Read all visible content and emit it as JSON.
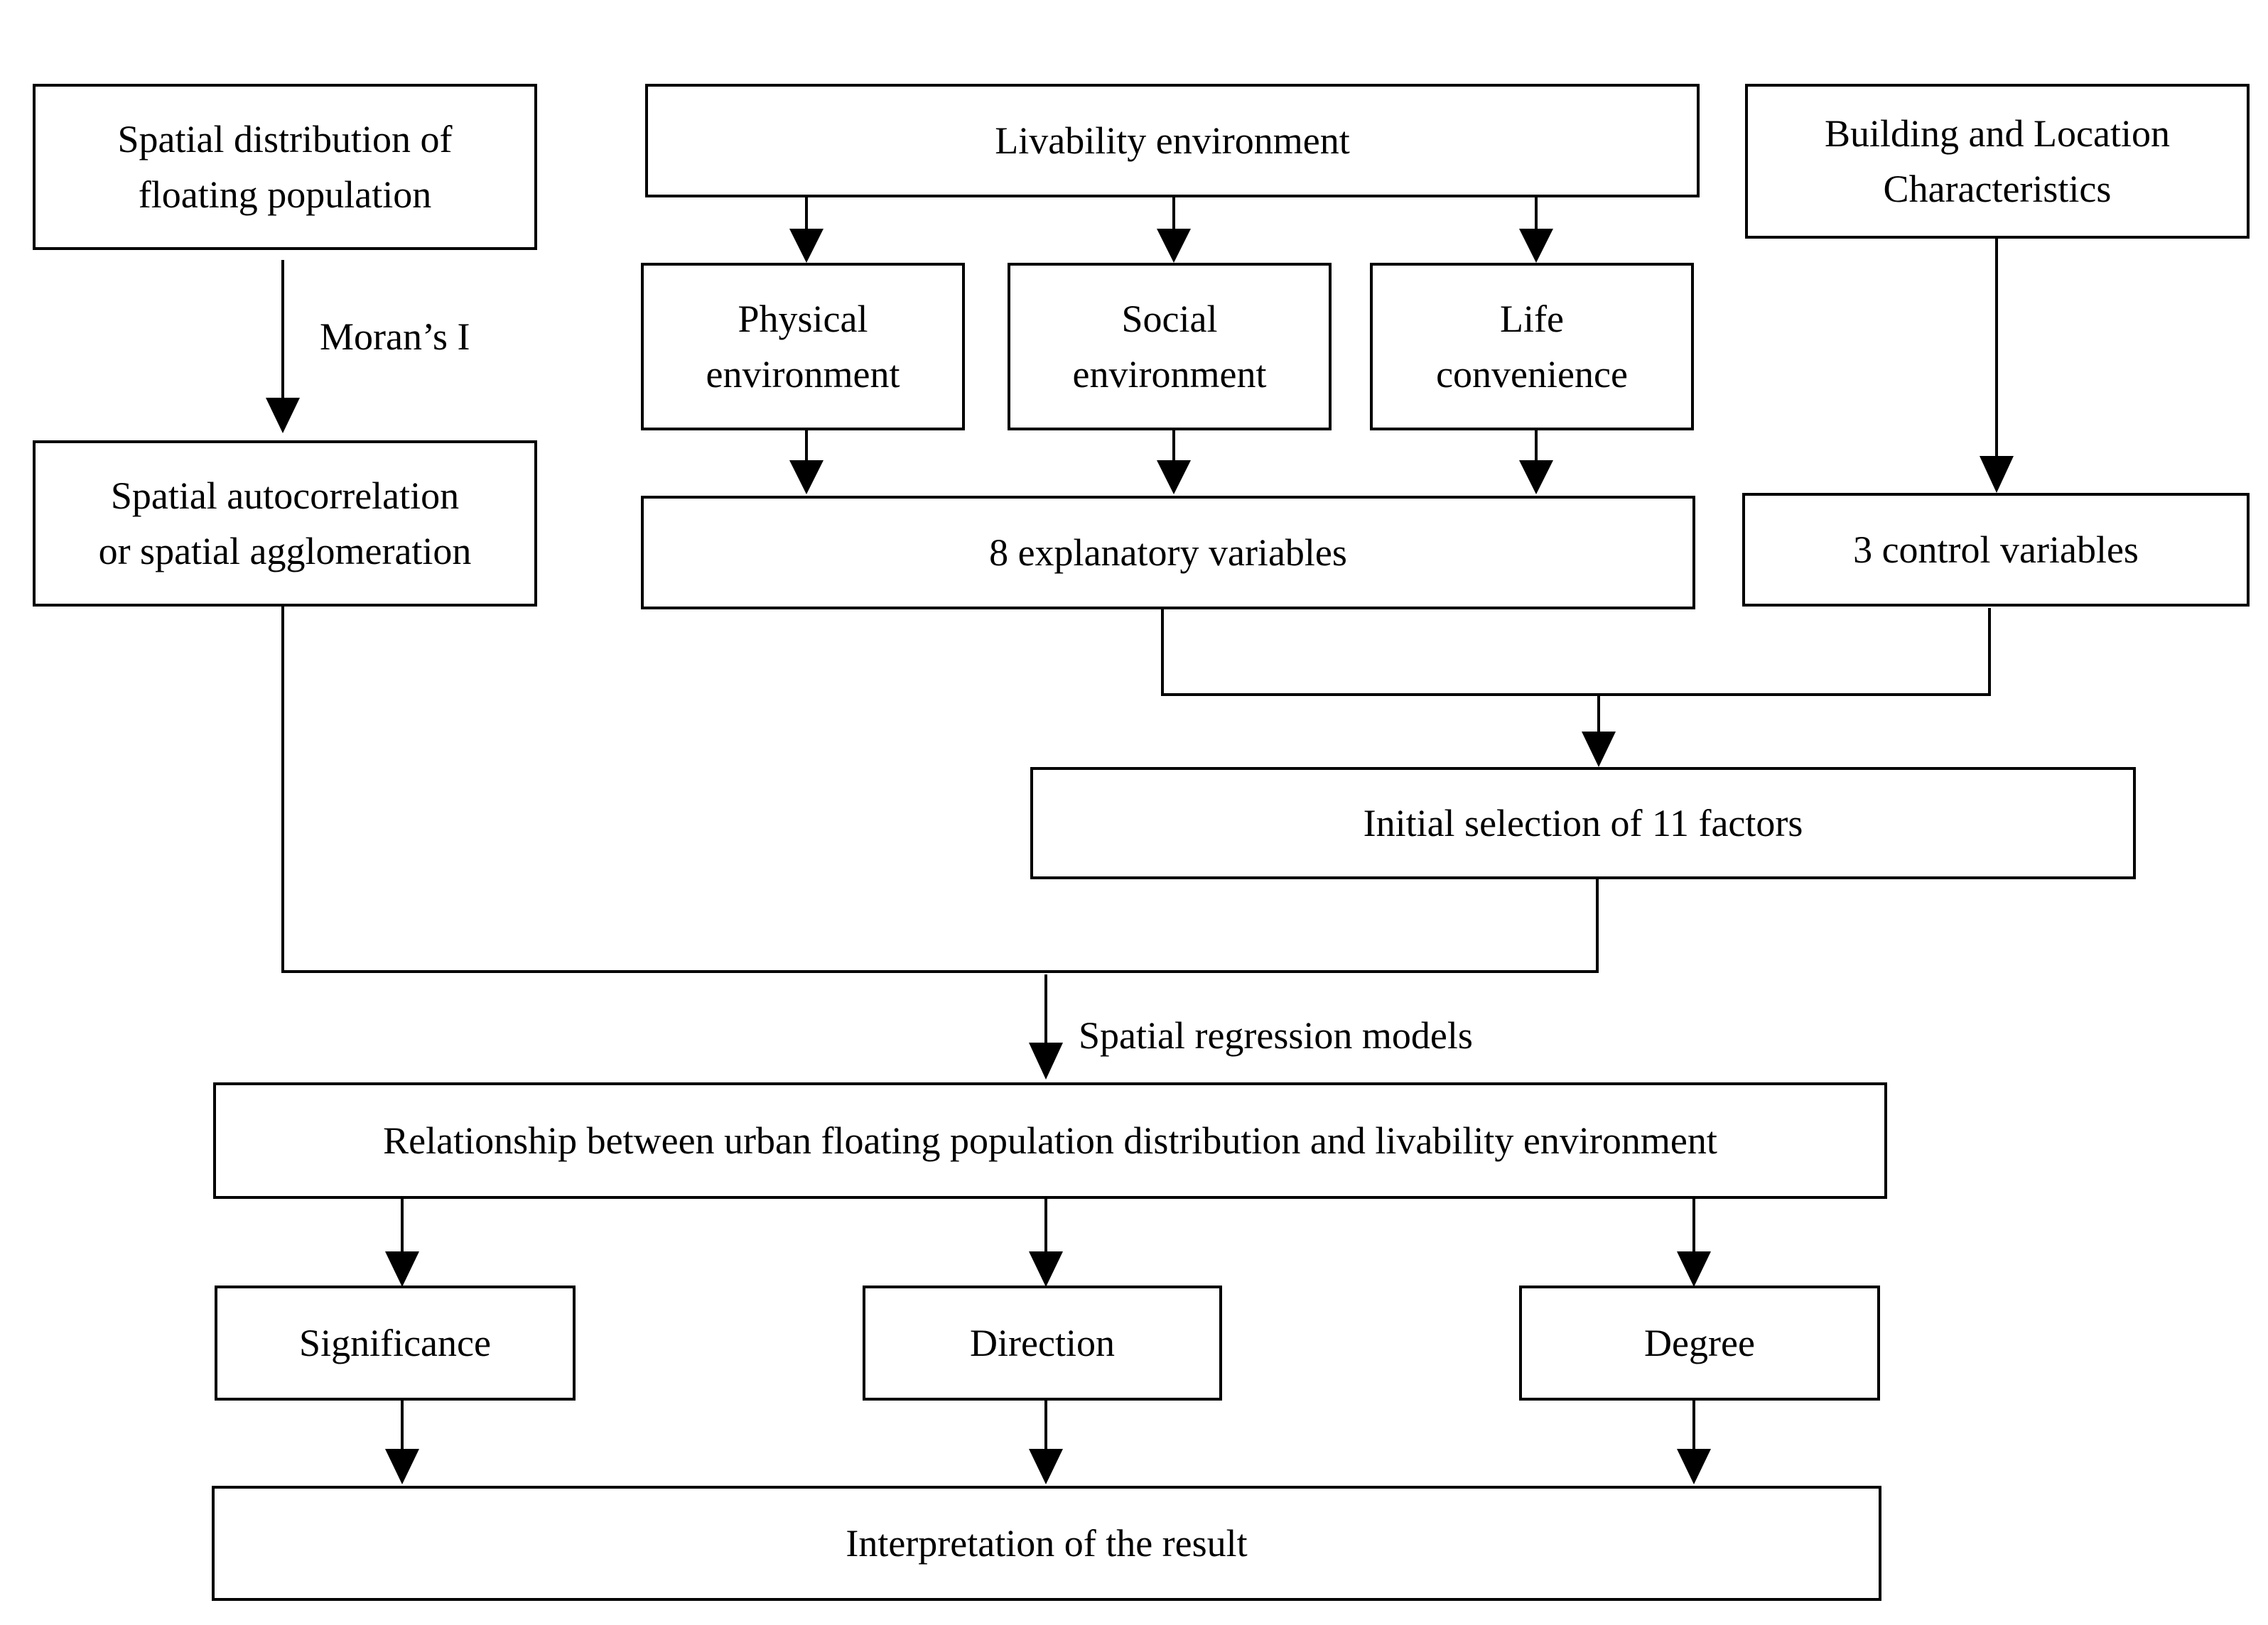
{
  "boxes": {
    "spatial_distribution": "Spatial distribution of\nfloating population",
    "livability": "Livability environment",
    "building_location": "Building and Location\nCharacteristics",
    "physical": "Physical\nenvironment",
    "social": "Social\nenvironment",
    "life": "Life\nconvenience",
    "autocorrelation": "Spatial autocorrelation\nor spatial agglomeration",
    "explanatory": "8 explanatory variables",
    "control": "3 control variables",
    "initial_selection": "Initial selection of 11 factors",
    "relationship": "Relationship between urban floating population distribution and livability environment",
    "significance": "Significance",
    "direction": "Direction",
    "degree": "Degree",
    "interpretation": "Interpretation of the result"
  },
  "edge_labels": {
    "morans_i": "Moran’s I",
    "spatial_regression": "Spatial regression models"
  }
}
